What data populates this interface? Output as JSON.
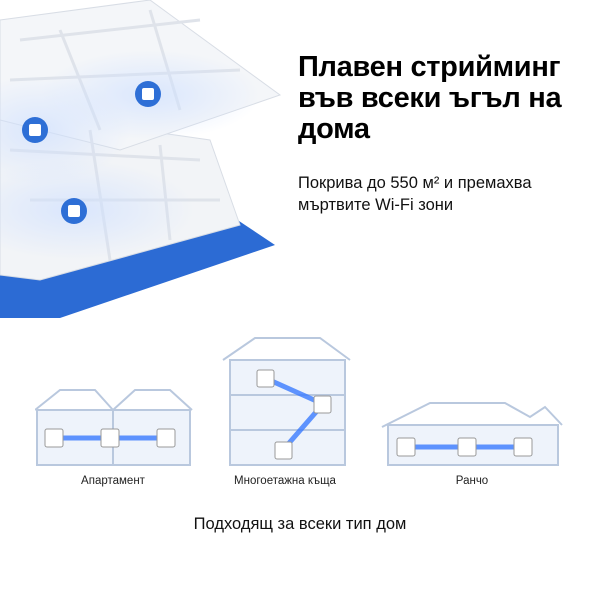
{
  "headline": "Плавен стрийминг във всеки ъгъл на дома",
  "subtitle": "Покрива до 550 м² и премахва мъртвите Wi-Fi зони",
  "home_types": [
    {
      "label": "Апартамент"
    },
    {
      "label": "Многоетажна къща"
    },
    {
      "label": "Ранчо"
    }
  ],
  "tagline": "Подходящ за всеки тип дом",
  "colors": {
    "accent_blue": "#2e6fd6",
    "signal_blue": "#3a7bff",
    "house_outline": "#b9c8de"
  }
}
